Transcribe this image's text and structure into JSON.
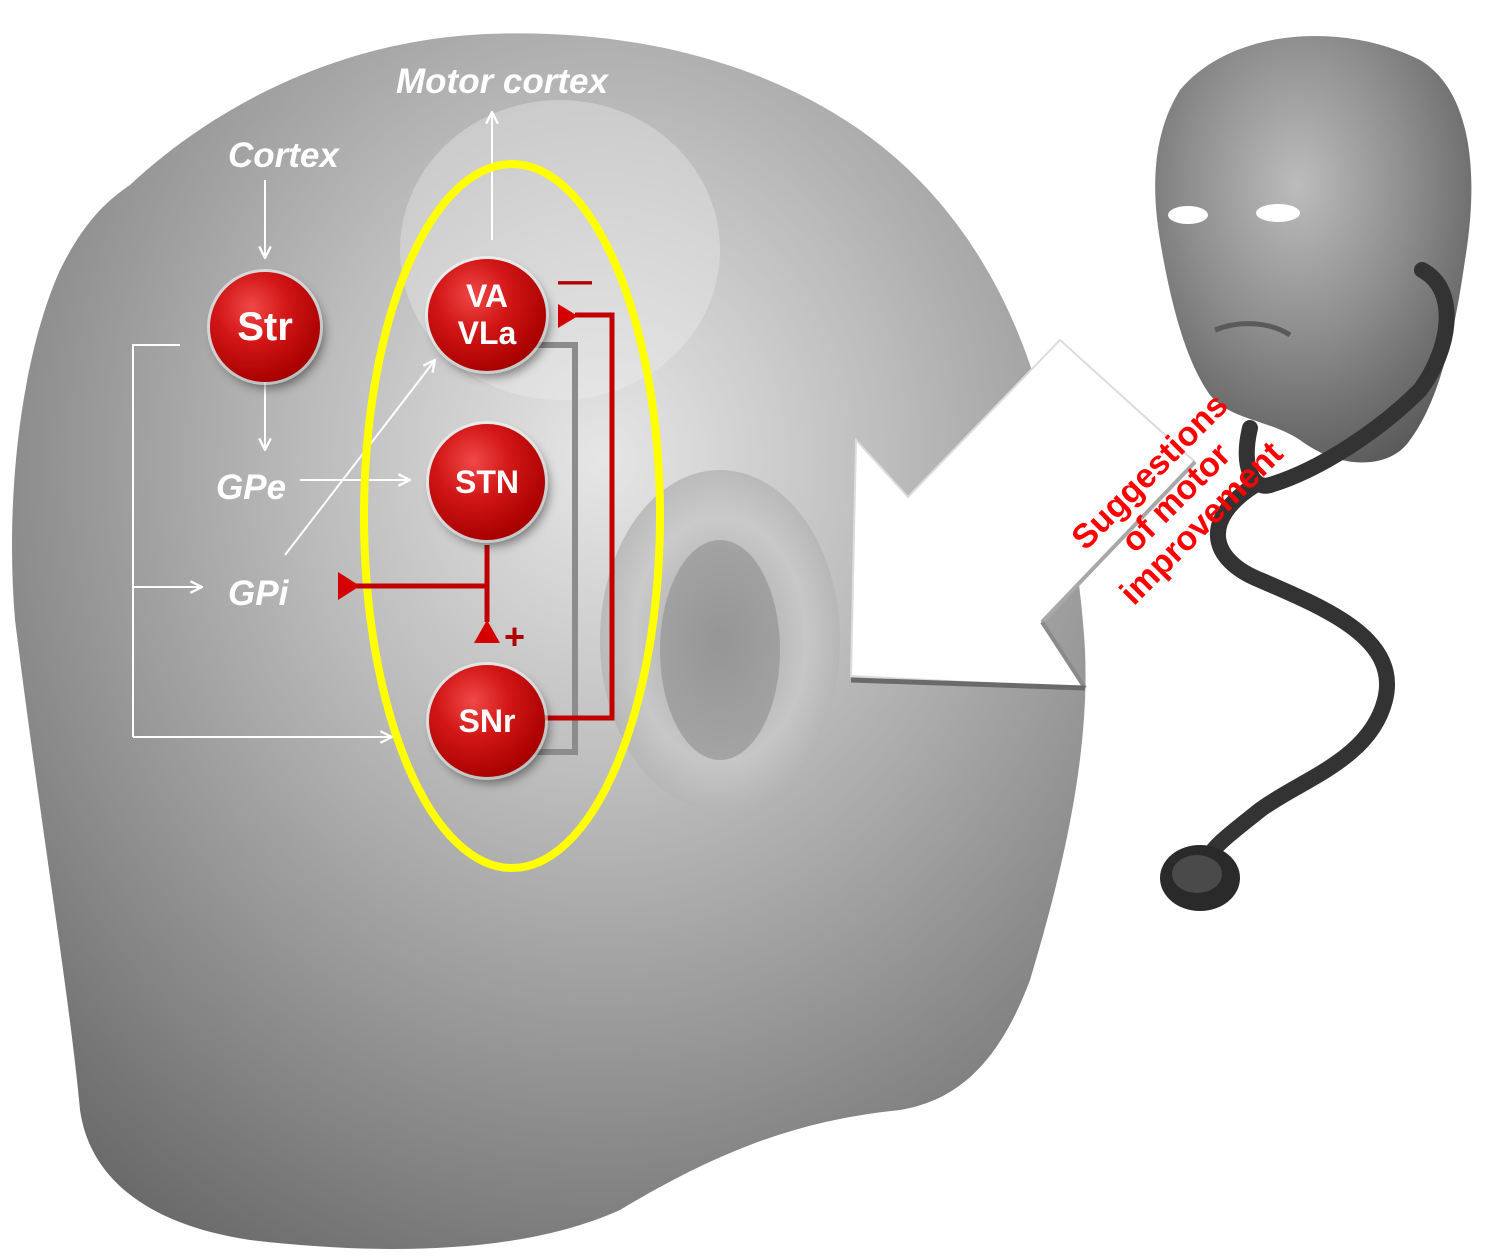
{
  "diagram": {
    "inputs": {
      "cortex": "Cortex",
      "motor_cortex": "Motor cortex"
    },
    "nodes": {
      "str": "Str",
      "va_line1": "VA",
      "va_line2": "VLa",
      "stn": "STN",
      "snr": "SNr"
    },
    "labels": {
      "gpe": "GPe",
      "gpi": "GPi"
    },
    "signs": {
      "inhibitory": "—",
      "excitatory": "+"
    }
  },
  "callout": {
    "line1": "Suggestions",
    "line2": "of motor",
    "line3": "improvement"
  },
  "colors": {
    "node_red": "#c00000",
    "pathway_red": "#c00000",
    "highlight_yellow": "#ffff00",
    "callout_text": "#ff0000",
    "head_gray": "#8c8c8c",
    "arrow_white": "#ffffff"
  },
  "icons": [
    "head-silhouette",
    "physician-head",
    "stethoscope",
    "pointer-arrow"
  ]
}
